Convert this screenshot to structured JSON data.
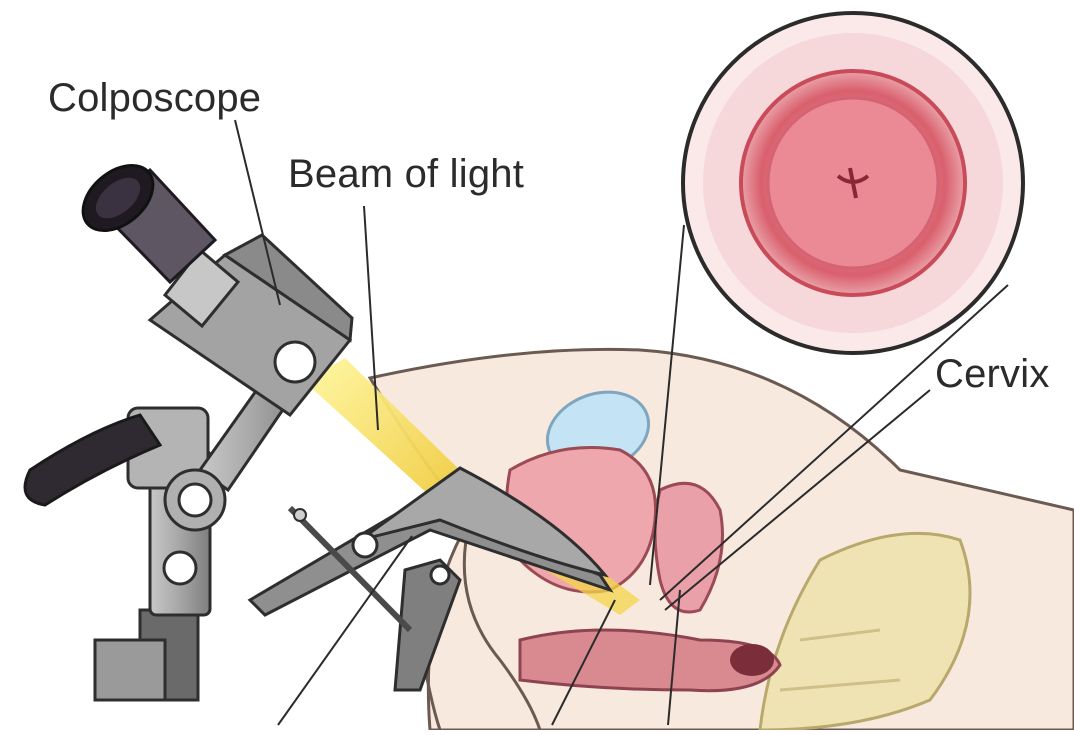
{
  "labels": {
    "colposcope": "Colposcope",
    "beam": "Beam of light",
    "cervix": "Cervix"
  },
  "colors": {
    "metal": "#9a9a9a",
    "metal_dark": "#5d5d5d",
    "beam": "#f6e24a",
    "tissue_pink": "#e79aa2",
    "cervix_core": "#e2707a",
    "skin": "#f7e6dc",
    "bone": "#eee4b8",
    "bladder": "#bfe0f2",
    "line": "#2b2b2b"
  }
}
